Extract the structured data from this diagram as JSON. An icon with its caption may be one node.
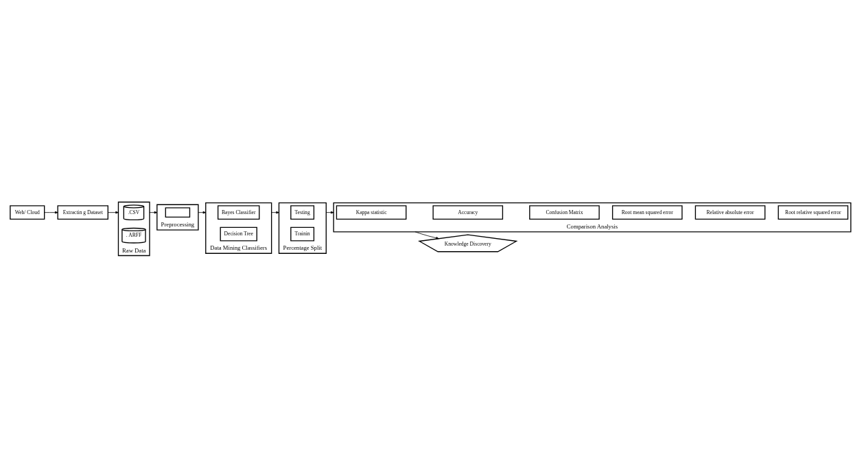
{
  "diagram": {
    "nodes": [
      {
        "text": [
          "Web/ Cloud"
        ]
      },
      {
        "text": [
          "Extractin g Dataset"
        ]
      },
      {
        "text": [
          "Raw Data"
        ]
      },
      {
        "text": [
          ".CSV"
        ],
        "in": 2
      },
      {
        "text": [
          ". ARFF"
        ],
        "in": 2
      },
      {
        "text": [
          "Preprocessing"
        ]
      },
      {
        "text": [],
        "shape": "box",
        "in": 5
      },
      {
        "text": [
          "Data Mining Classifiers"
        ]
      },
      {
        "text": [
          "Bayes Classifier"
        ],
        "in": 7
      },
      {
        "text": [
          "Decision Tree"
        ],
        "in": 7
      },
      {
        "text": [
          "Percentage Split"
        ]
      },
      {
        "text": [
          "Testing"
        ],
        "in": 10
      },
      {
        "text": [
          "Trainin"
        ],
        "in": 10
      },
      {
        "text": [
          "Comparison Analysis"
        ]
      },
      {
        "text": [
          "Kappa statistic"
        ],
        "in": 13
      },
      {
        "text": [
          "Accuracy"
        ],
        "in": 13
      },
      {
        "text": [
          "Confusion Matrix"
        ],
        "in": 13
      },
      {
        "text": [
          "Root mean squared error"
        ],
        "in": 13
      },
      {
        "text": [
          "Relative absolute error"
        ],
        "in": 13
      },
      {
        "text": [
          "Root relative squared error"
        ],
        "in": 13
      },
      {
        "text": [
          "Knowledge Discovery"
        ]
      }
    ],
    "edges": [
      {
        "from": 0,
        "to": 1,
        "arrow": "to"
      },
      {
        "from": 1,
        "to": 2,
        "arrow": "to"
      },
      {
        "from": 2,
        "to": 5,
        "arrow": "to"
      },
      {
        "from": 5,
        "to": 7,
        "arrow": "to"
      },
      {
        "from": 7,
        "to": 10,
        "arrow": "to"
      },
      {
        "from": 10,
        "to": 13,
        "arrow": "to"
      },
      {
        "from": 13,
        "to": 20,
        "arrow": "to"
      }
    ]
  }
}
